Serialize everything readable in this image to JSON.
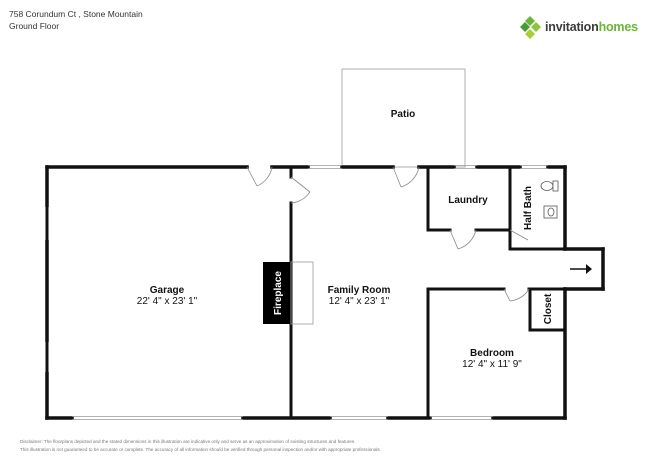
{
  "header": {
    "address": "758 Corundum Ct , Stone Mountain",
    "floor": "Ground Floor"
  },
  "brand": {
    "name_part1": "invitation",
    "name_part2": "homes",
    "accent_color": "#6cb33f",
    "icon": "diamond-tiles-icon"
  },
  "rooms": {
    "patio": {
      "name": "Patio"
    },
    "garage": {
      "name": "Garage",
      "dims": "22' 4\" x 23' 1\""
    },
    "fireplace": {
      "name": "Fireplace"
    },
    "family_room": {
      "name": "Family Room",
      "dims": "12' 4\" x 23' 1\""
    },
    "laundry": {
      "name": "Laundry"
    },
    "half_bath": {
      "name": "Half Bath"
    },
    "closet": {
      "name": "Closet"
    },
    "bedroom": {
      "name": "Bedroom",
      "dims": "12' 4\" x 11' 9\""
    }
  },
  "disclaimer": {
    "line1": "Disclaimer: The floorplans depicted and the stated dimensions in this illustration are indicative only and serve as an approximation of existing structures and features.",
    "line2": "This illustration is not guaranteed to be accurate or complete. The accuracy of all information should be verified through personal inspection and/or with appropriate professionals."
  },
  "colors": {
    "wall": "#111111",
    "thin_line": "#999999",
    "fireplace": "#000000"
  }
}
